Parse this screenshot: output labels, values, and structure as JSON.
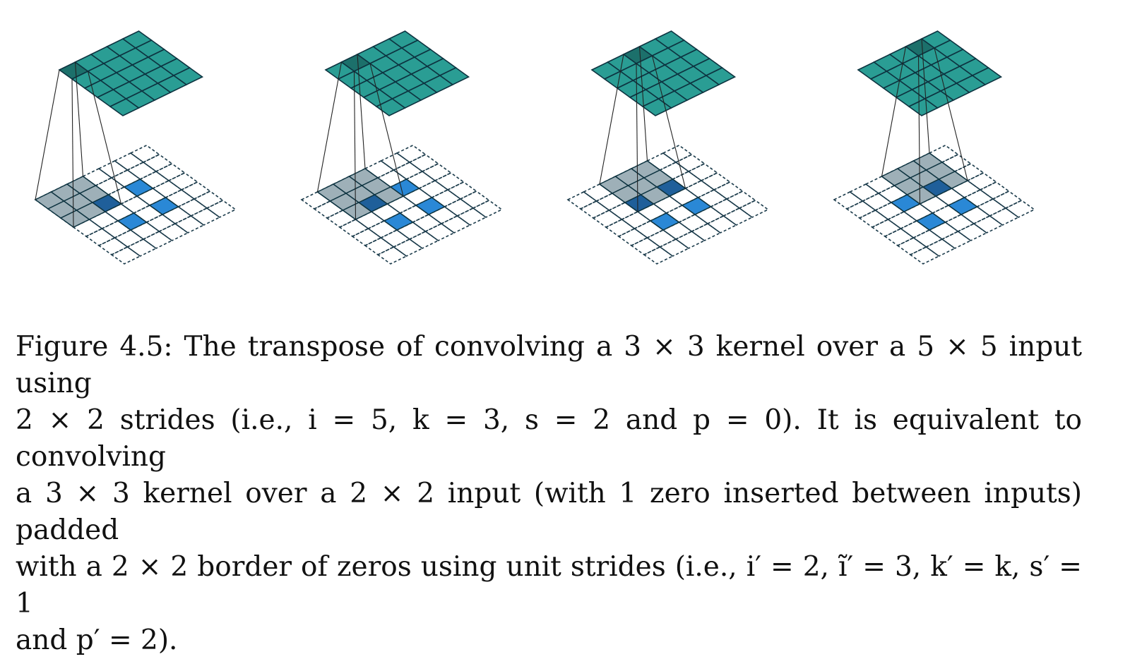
{
  "figure": {
    "grid": {
      "input_size": 2,
      "zeros_between": 1,
      "padding": 2,
      "padded_size": 7,
      "kernel_size": 3,
      "stride": 1,
      "output_size": 5
    },
    "panels": [
      {
        "kernel_row": 0,
        "kernel_col": 0,
        "output_row": 0,
        "output_col": 0
      },
      {
        "kernel_row": 0,
        "kernel_col": 1,
        "output_row": 0,
        "output_col": 1
      },
      {
        "kernel_row": 0,
        "kernel_col": 2,
        "output_row": 0,
        "output_col": 2
      },
      {
        "kernel_row": 0,
        "kernel_col": 3,
        "output_row": 0,
        "output_col": 3
      }
    ],
    "colors": {
      "output_cell": "#2a9d94",
      "output_highlight": "#1c706b",
      "input_value": "#2a88d6",
      "input_value_under_kernel": "#1f5f9a",
      "kernel_overlay": "#9eb0b8",
      "cell_border": "#0d3340",
      "dashed_border": "#1a3a4a"
    }
  },
  "caption": {
    "lines": [
      "Figure 4.5:  The transpose of convolving a 3 × 3 kernel over a 5 × 5 input using",
      "2 × 2 strides (i.e., i = 5, k = 3, s = 2 and p = 0). It is equivalent to convolving",
      "a 3 × 3 kernel over a 2 × 2 input (with 1 zero inserted between inputs) padded",
      "with a 2 × 2 border of zeros using unit strides (i.e., i′ = 2, ĩ′ = 3, k′ = k, s′ = 1",
      "and p′ = 2)."
    ]
  }
}
